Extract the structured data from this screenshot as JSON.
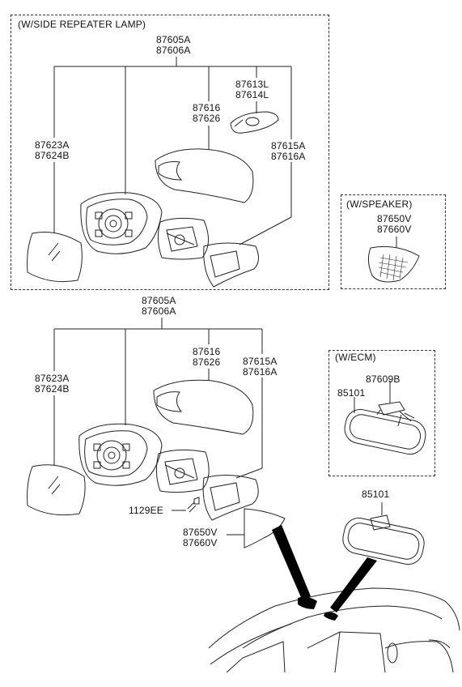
{
  "boxes": {
    "side_repeater": "(W/SIDE REPEATER LAMP)",
    "speaker": "(W/SPEAKER)",
    "ecm": "(W/ECM)"
  },
  "top_group": {
    "assembly_a": "87605A",
    "assembly_b": "87606A",
    "repeater_a": "87613L",
    "repeater_b": "87614L",
    "cover_a": "87616",
    "cover_b": "87626",
    "glass_a": "87623A",
    "glass_b": "87624B",
    "base_a": "87615A",
    "base_b": "87616A"
  },
  "speaker_group": {
    "part_a": "87650V",
    "part_b": "87660V"
  },
  "middle_group": {
    "assembly_a": "87605A",
    "assembly_b": "87606A",
    "cover_a": "87616",
    "cover_b": "87626",
    "glass_a": "87623A",
    "glass_b": "87624B",
    "base_a": "87615A",
    "base_b": "87616A",
    "screw": "1129EE",
    "trim_a": "87650V",
    "trim_b": "87660V"
  },
  "ecm_group": {
    "bracket": "87609B",
    "mirror": "85101"
  },
  "inside_mirror": {
    "mirror": "85101"
  }
}
